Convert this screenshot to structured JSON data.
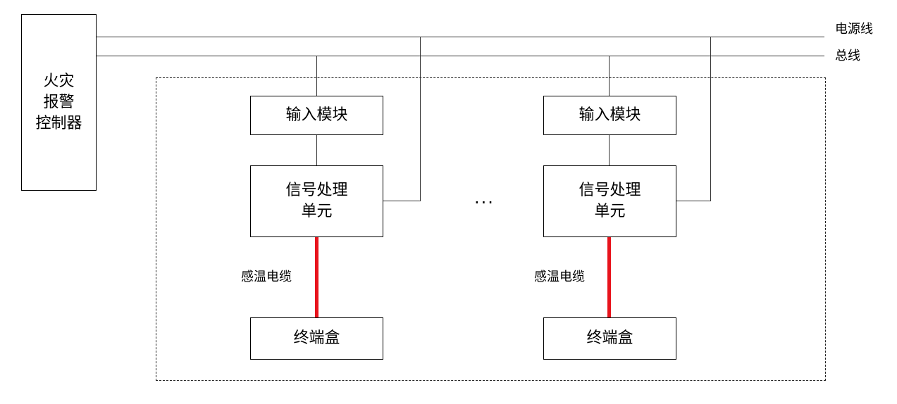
{
  "controller": {
    "lines": [
      "火灾",
      "报警",
      "控制器"
    ]
  },
  "rails": {
    "power_label": "电源线",
    "bus_label": "总线"
  },
  "units": [
    {
      "input_module": "输入模块",
      "signal_processor": [
        "信号处理",
        "单元"
      ],
      "cable_label": "感温电缆",
      "terminal_box": "终端盒"
    },
    {
      "input_module": "输入模块",
      "signal_processor": [
        "信号处理",
        "单元"
      ],
      "cable_label": "感温电缆",
      "terminal_box": "终端盒"
    }
  ],
  "ellipsis": "···",
  "colors": {
    "cable": "#e8131c",
    "wire": "#333333",
    "border": "#000000"
  }
}
